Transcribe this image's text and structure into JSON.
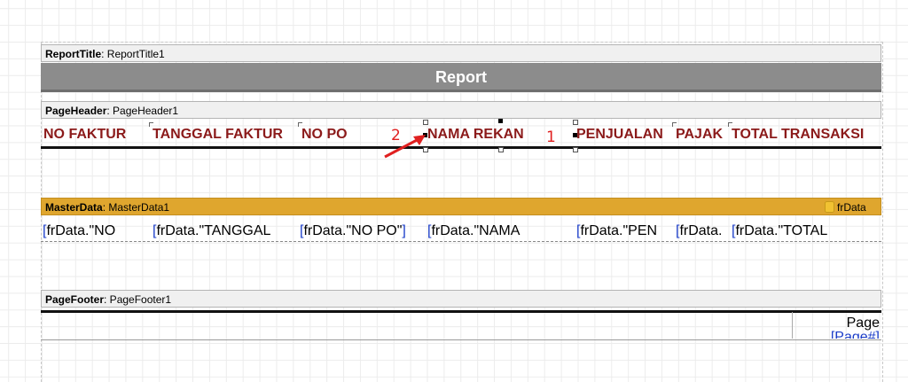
{
  "bands": {
    "report_title": {
      "type": "ReportTitle",
      "name": ": ReportTitle1",
      "text": "Report"
    },
    "page_header": {
      "type": "PageHeader",
      "name": ": PageHeader1"
    },
    "master_data": {
      "type": "MasterData",
      "name": ": MasterData1",
      "datasource": "frData"
    },
    "page_footer": {
      "type": "PageFooter",
      "name": ": PageFooter1"
    }
  },
  "header_columns": [
    "NO FAKTUR",
    "TANGGAL FAKTUR",
    "NO PO",
    "NAMA REKAN",
    "PENJUALAN",
    "PAJAK",
    "TOTAL TRANSAKSI"
  ],
  "data_fields": [
    {
      "open": "[",
      "text": "frData.\"NO"
    },
    {
      "open": "[",
      "text": "frData.\"TANGGAL"
    },
    {
      "open": "[",
      "text": "frData.\"NO PO\"",
      "close": "]"
    },
    {
      "open": "[",
      "text": "frData.\"NAMA"
    },
    {
      "open": "[",
      "text": "frData.\"PEN"
    },
    {
      "open": "[",
      "text": "frData."
    },
    {
      "open": "[",
      "text": "frData.\"TOTAL"
    }
  ],
  "footer": {
    "page_line1": "Page",
    "page_line2": "[Page#]"
  },
  "annotations": {
    "one": "1",
    "two": "2"
  },
  "colors": {
    "header_text": "#8b1a1a",
    "master_band": "#dfa62e",
    "annotation": "#e02020",
    "field_bracket": "#1a3cc8"
  }
}
